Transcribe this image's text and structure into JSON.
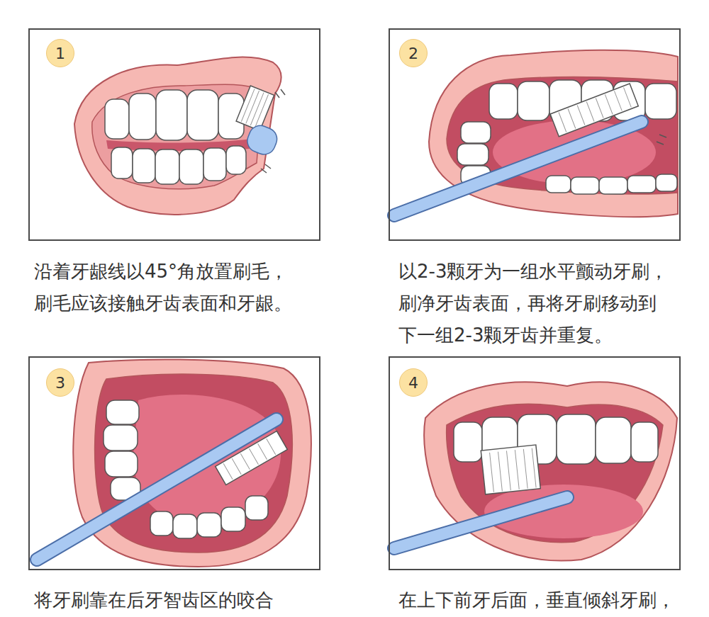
{
  "diagram": {
    "nodes": [
      {
        "text": [
          "沿着牙龈线以45°角放置刷毛， 刷毛应该接触牙齿表面和牙龈。"
        ]
      },
      {
        "text": [
          "1"
        ],
        "in": 0
      },
      {
        "text": [
          "以2-3颗牙为一组水平颤动牙刷， 刷净牙齿表面，再将牙刷移动到 下一组2-3颗牙齿并重复。"
        ]
      },
      {
        "text": [
          "2"
        ],
        "in": 2
      },
      {
        "text": [
          "将牙刷靠在后牙智齿区的咬合"
        ]
      },
      {
        "text": [
          "3"
        ],
        "in": 4
      },
      {
        "text": [
          "在上下前牙后面，垂直倾斜牙刷，"
        ]
      },
      {
        "text": [
          "4"
        ],
        "in": 6
      }
    ]
  }
}
